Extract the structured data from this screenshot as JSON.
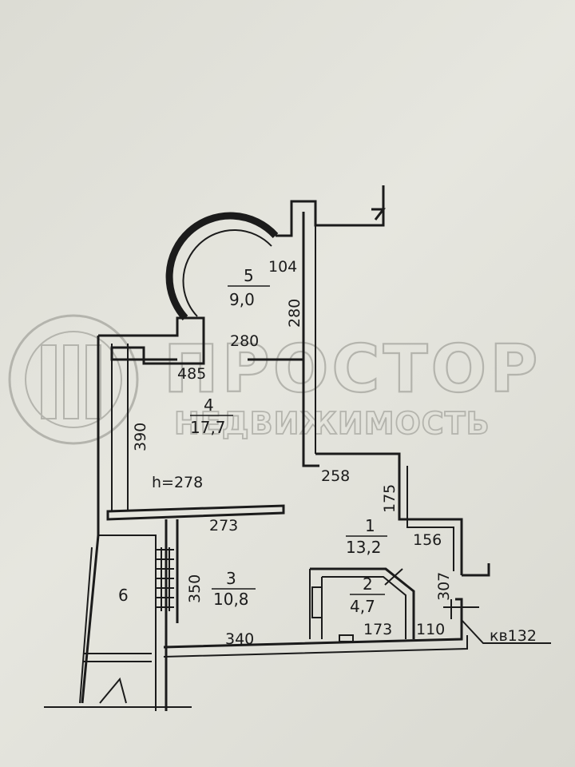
{
  "watermark": {
    "title": "ПРОСТОР",
    "subtitle": "НЕДВИЖИМОСТЬ"
  },
  "rooms": [
    {
      "number": "5",
      "area": "9,0"
    },
    {
      "number": "4",
      "area": "17,7"
    },
    {
      "number": "3",
      "area": "10,8"
    },
    {
      "number": "1",
      "area": "13,2"
    },
    {
      "number": "2",
      "area": "4,7"
    },
    {
      "number": "6"
    }
  ],
  "dimensions": {
    "d104": "104",
    "d280_v": "280",
    "d280_h": "280",
    "d485": "485",
    "d390": "390",
    "d258": "258",
    "d175": "175",
    "d273": "273",
    "d156": "156",
    "d350": "350",
    "d307": "307",
    "d340": "340",
    "d173": "173",
    "d110": "110"
  },
  "ceiling_height": "h=278",
  "apartment_label": "кв132"
}
